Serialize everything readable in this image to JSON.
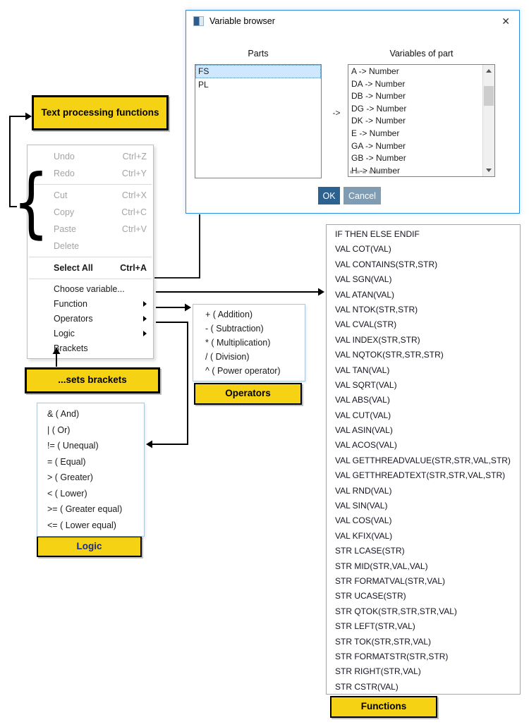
{
  "dialog": {
    "title": "Variable browser",
    "close_icon": "✕",
    "parts_header": "Parts",
    "variables_header": "Variables of part",
    "parts": [
      "FS",
      "PL"
    ],
    "selected_part": "FS",
    "map_arrow": "->",
    "variables": [
      "A -> Number",
      "DA -> Number",
      "DB -> Number",
      "DG -> Number",
      "DK -> Number",
      "E -> Number",
      "GA -> Number",
      "GB -> Number",
      "H -> Number"
    ],
    "ok_label": "OK",
    "cancel_label": "Cancel"
  },
  "callouts": {
    "text_processing": "Text processing functions",
    "sets_brackets": "...sets brackets",
    "operators": "Operators",
    "logic": "Logic",
    "functions": "Functions"
  },
  "context_menu": {
    "items": [
      {
        "label": "Undo",
        "shortcut": "Ctrl+Z"
      },
      {
        "label": "Redo",
        "shortcut": "Ctrl+Y"
      },
      {
        "label": "Cut",
        "shortcut": "Ctrl+X"
      },
      {
        "label": "Copy",
        "shortcut": "Ctrl+C"
      },
      {
        "label": "Paste",
        "shortcut": "Ctrl+V"
      },
      {
        "label": "Delete",
        "shortcut": ""
      },
      {
        "label": "Select All",
        "shortcut": "Ctrl+A"
      },
      {
        "label": "Choose variable...",
        "shortcut": ""
      },
      {
        "label": "Function",
        "shortcut": ""
      },
      {
        "label": "Operators",
        "shortcut": ""
      },
      {
        "label": "Logic",
        "shortcut": ""
      },
      {
        "label": "Brackets",
        "shortcut": ""
      }
    ]
  },
  "operators_menu": {
    "items": [
      "+ ( Addition)",
      "- ( Subtraction)",
      "* ( Multiplication)",
      "/ ( Division)",
      "^ ( Power operator)"
    ]
  },
  "logic_menu": {
    "items": [
      "& ( And)",
      "| ( Or)",
      "!= ( Unequal)",
      "= ( Equal)",
      "> ( Greater)",
      "< ( Lower)",
      ">= ( Greater equal)",
      "<= ( Lower equal)"
    ]
  },
  "functions_list": {
    "items": [
      "IF THEN ELSE ENDIF",
      "VAL COT(VAL)",
      "VAL CONTAINS(STR,STR)",
      "VAL SGN(VAL)",
      "VAL ATAN(VAL)",
      "VAL NTOK(STR,STR)",
      "VAL CVAL(STR)",
      "VAL INDEX(STR,STR)",
      "VAL NQTOK(STR,STR,STR)",
      "VAL TAN(VAL)",
      "VAL SQRT(VAL)",
      "VAL ABS(VAL)",
      "VAL CUT(VAL)",
      "VAL ASIN(VAL)",
      "VAL ACOS(VAL)",
      "VAL GETTHREADVALUE(STR,STR,VAL,STR)",
      "VAL GETTHREADTEXT(STR,STR,VAL,STR)",
      "VAL RND(VAL)",
      "VAL SIN(VAL)",
      "VAL COS(VAL)",
      "VAL KFIX(VAL)",
      "STR LCASE(STR)",
      "STR MID(STR,VAL,VAL)",
      "STR FORMATVAL(STR,VAL)",
      "STR UCASE(STR)",
      "STR QTOK(STR,STR,STR,VAL)",
      "STR LEFT(STR,VAL)",
      "STR TOK(STR,STR,VAL)",
      "STR FORMATSTR(STR,STR)",
      "STR RIGHT(STR,VAL)",
      "STR CSTR(VAL)"
    ]
  },
  "colors": {
    "callout_yellow": "#f6d214",
    "dialog_border_blue": "#2f8be0",
    "ok_button_blue": "#2d618f",
    "cancel_button_blue": "#7f9cb2",
    "selected_item_blue": "#cde8ff"
  }
}
